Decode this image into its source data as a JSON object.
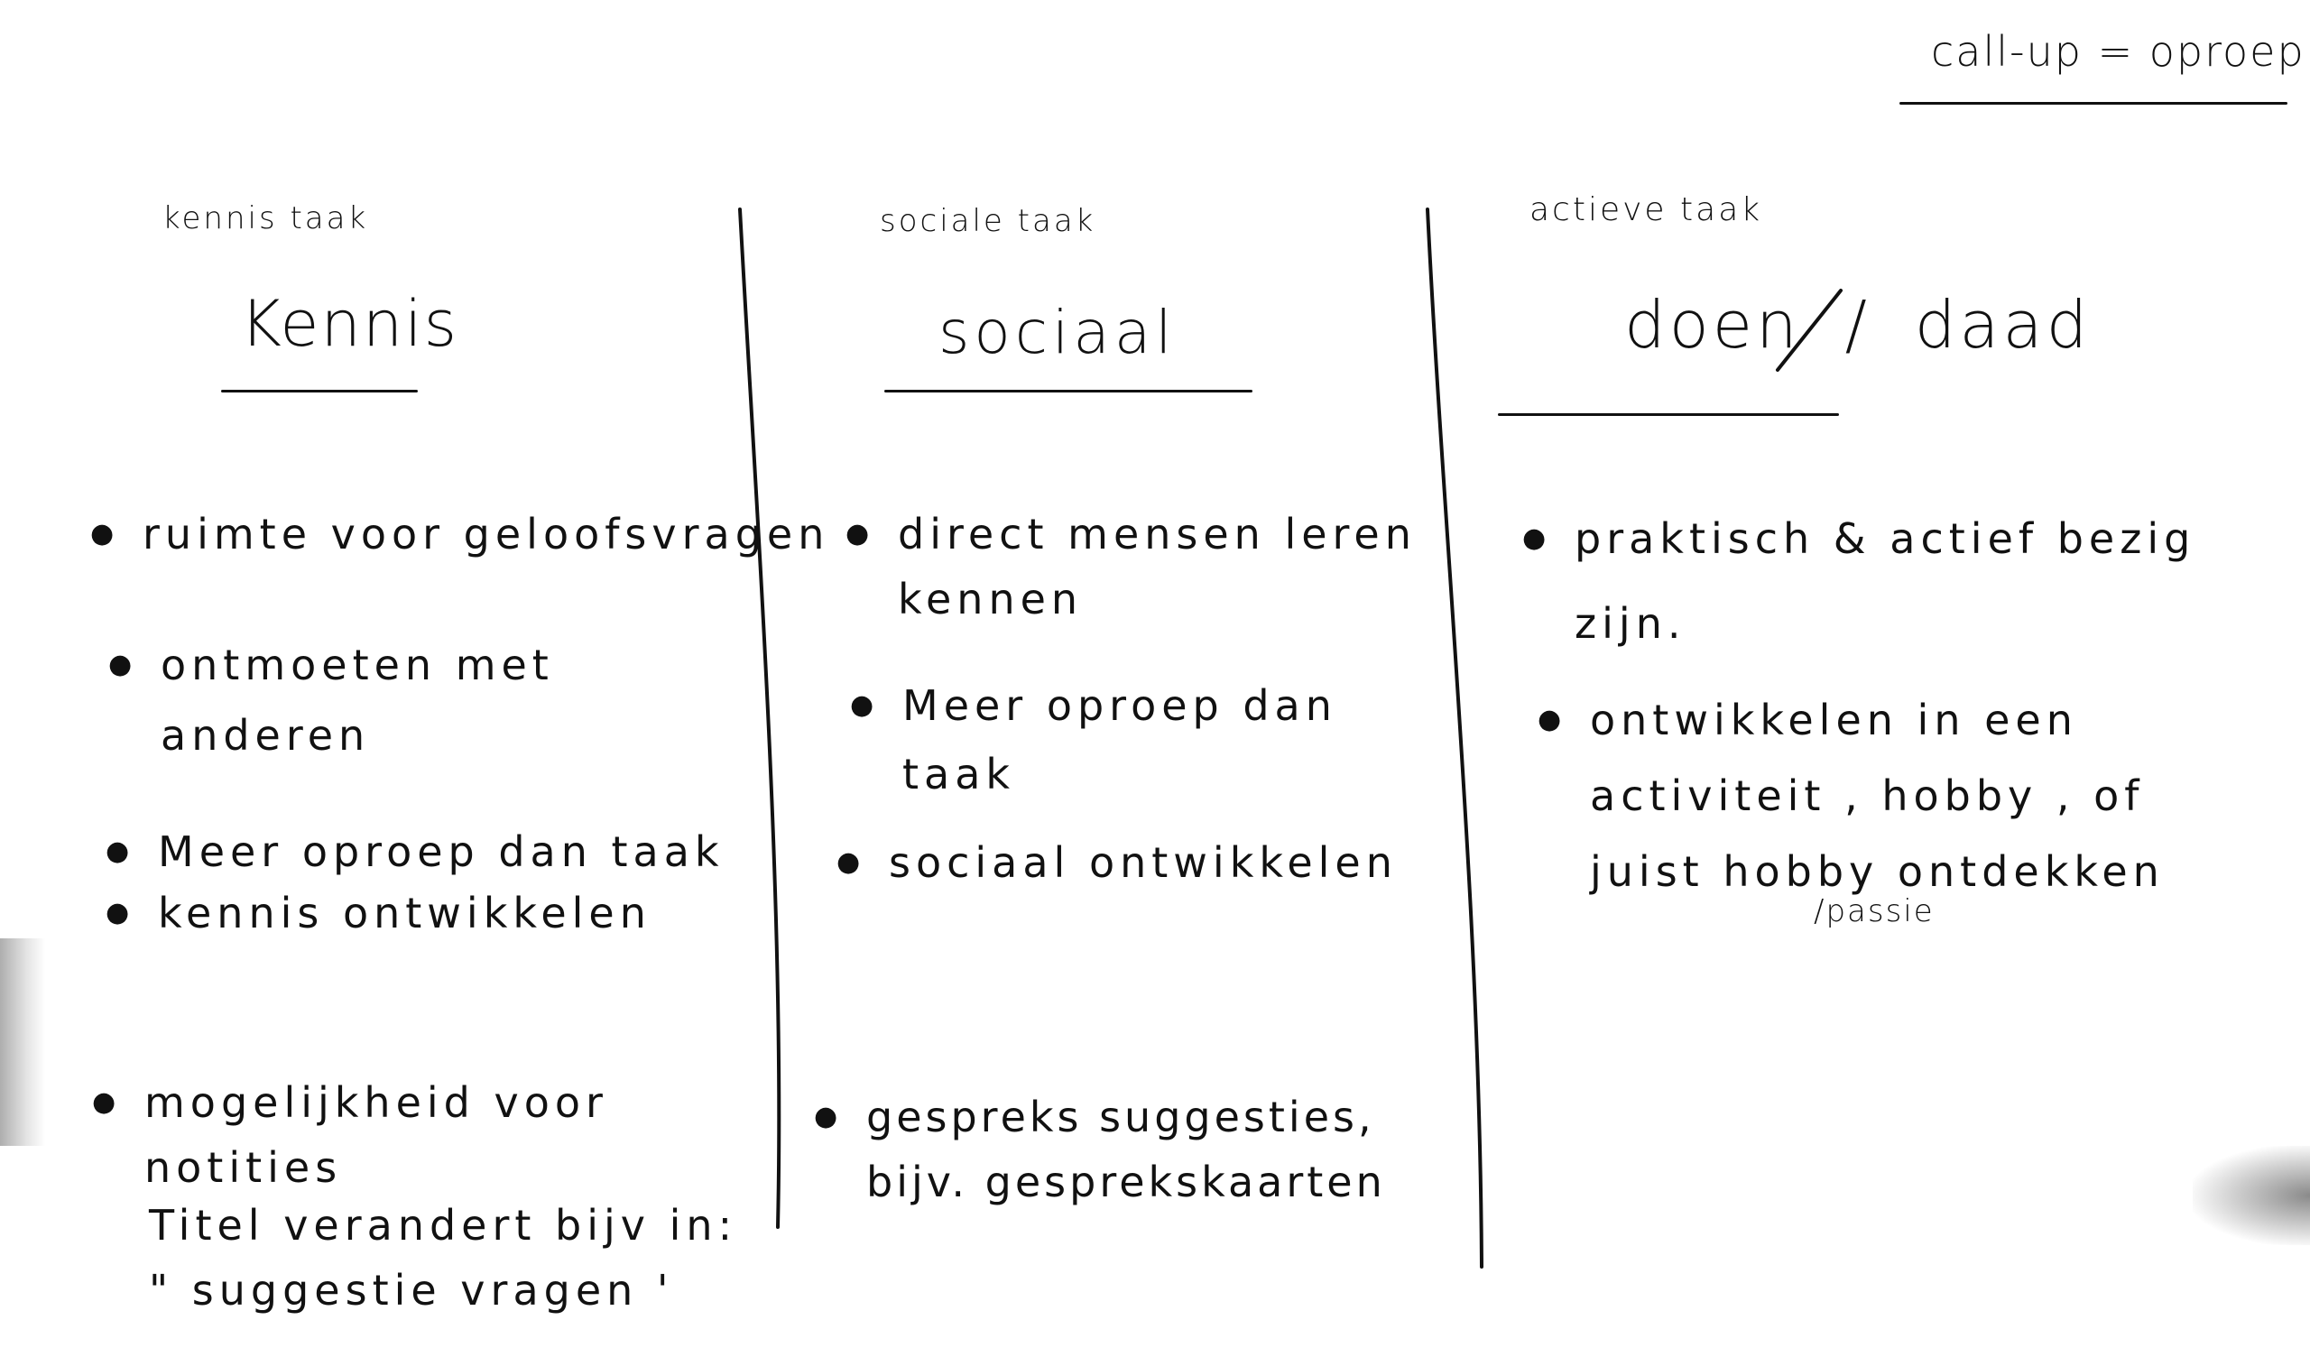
{
  "header_note": "call-up = oproep",
  "columns": [
    {
      "small_label": "kennis taak",
      "heading": "Kennis",
      "notes": [
        {
          "lines": [
            "ruimte voor geloofsvragen"
          ]
        },
        {
          "lines": [
            "ontmoeten met",
            "anderen"
          ]
        },
        {
          "lines": [
            "Meer oproep dan taak"
          ]
        },
        {
          "lines": [
            "kennis ontwikkelen"
          ]
        },
        {
          "lines": [
            "mogelijkheid voor",
            "notities"
          ]
        }
      ],
      "extra_lines": [
        "Titel verandert bijv in:",
        "\" suggestie vragen '"
      ]
    },
    {
      "small_label": "sociale taak",
      "heading": "sociaal",
      "notes": [
        {
          "lines": [
            "direct mensen leren",
            "kennen"
          ]
        },
        {
          "lines": [
            "Meer oproep dan",
            "taak"
          ]
        },
        {
          "lines": [
            "sociaal ontwikkelen"
          ]
        },
        {
          "lines": [
            "gespreks suggesties,",
            "bijv. gesprekskaarten"
          ]
        }
      ]
    },
    {
      "small_label": "actieve taak",
      "heading": "doen / daad",
      "notes": [
        {
          "lines": [
            "praktisch & actief bezig",
            "zijn."
          ]
        },
        {
          "lines": [
            "ontwikkelen in een",
            "activiteit , hobby , of",
            "juist hobby ontdekken"
          ]
        }
      ],
      "extra_lines": [
        "/passie"
      ]
    }
  ]
}
